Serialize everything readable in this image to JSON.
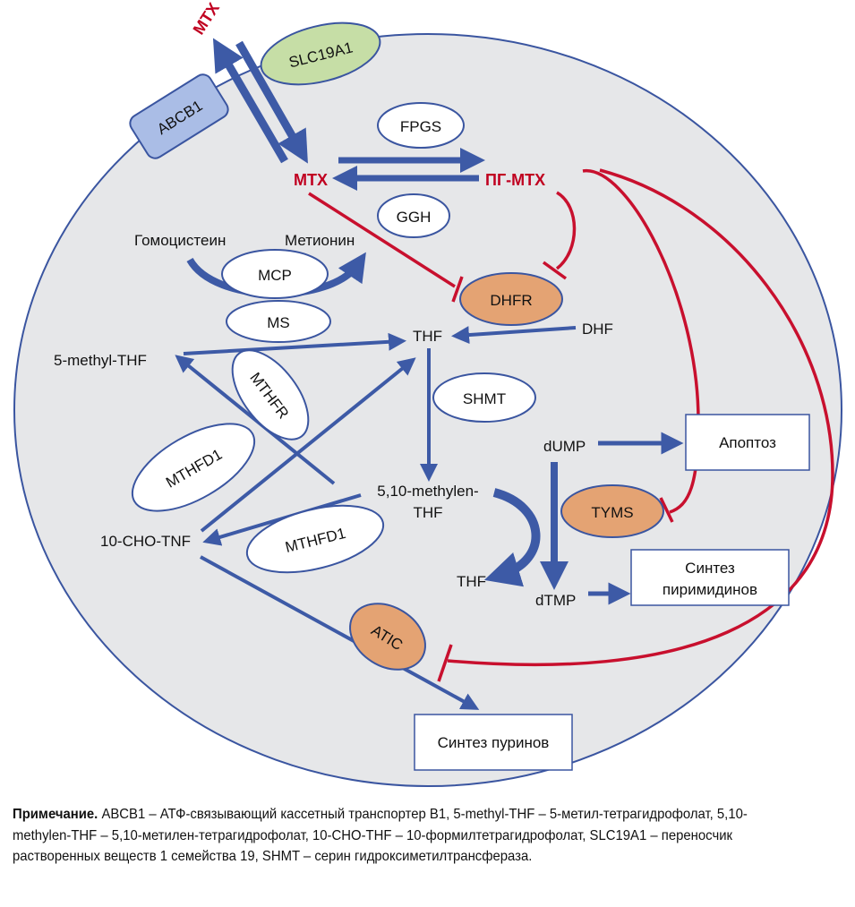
{
  "colors": {
    "cell_fill": "#e6e7e9",
    "cell_stroke": "#3a55a0",
    "arrow_blue": "#3d5aa6",
    "inhibit_red": "#c8102e",
    "drug_text": "#c00020",
    "enzyme_white": "#ffffff",
    "enzyme_orange": "#e4a373",
    "slc_green": "#c6dea6",
    "abcb1_blue": "#aabde6"
  },
  "transporters": {
    "abcb1": "ABCB1",
    "slc19a1": "SLC19A1"
  },
  "drugs": {
    "mtx_out": "MTX",
    "mtx_in": "MTX",
    "pg_mtx": "ПГ-МТХ"
  },
  "enzymes": {
    "fpgs": "FPGS",
    "ggh": "GGH",
    "mcp": "MCP",
    "ms": "MS",
    "dhfr": "DHFR",
    "shmt": "SHMT",
    "mthfr": "MTHFR",
    "mthfd1_a": "MTHFD1",
    "mthfd1_b": "MTHFD1",
    "tyms": "TYMS",
    "atic": "ATIC"
  },
  "metabolites": {
    "homocysteine": "Гомоцистеин",
    "methionine": "Метионин",
    "thf_top": "THF",
    "dhf": "DHF",
    "methyl_thf": "5-methyl-THF",
    "methylene_thf_1": "5,10-methylen-",
    "methylene_thf_2": "THF",
    "cho_thf": "10-CHO-TNF",
    "thf_bottom": "THF",
    "dump": "dUMP",
    "dtmp": "dTMP"
  },
  "outcomes": {
    "apoptosis": "Апоптоз",
    "pyrimidine_1": "Синтез",
    "pyrimidine_2": "пиримидинов",
    "purine": "Синтез пуринов"
  },
  "note": {
    "title": "Примечание.",
    "text": " ABCB1 – АТФ-связывающий кассетный транспортер B1, 5-methyl-THF – 5-метил-тетрагидрофолат, 5,10-methylen-THF – 5,10-метилен-тетрагидрофолат, 10-CHO-THF – 10-формилтетрагидрофолат, SLC19A1 – переносчик растворенных веществ 1 семейства 19, SHMT – серин гидроксиметилтрансфераза."
  }
}
